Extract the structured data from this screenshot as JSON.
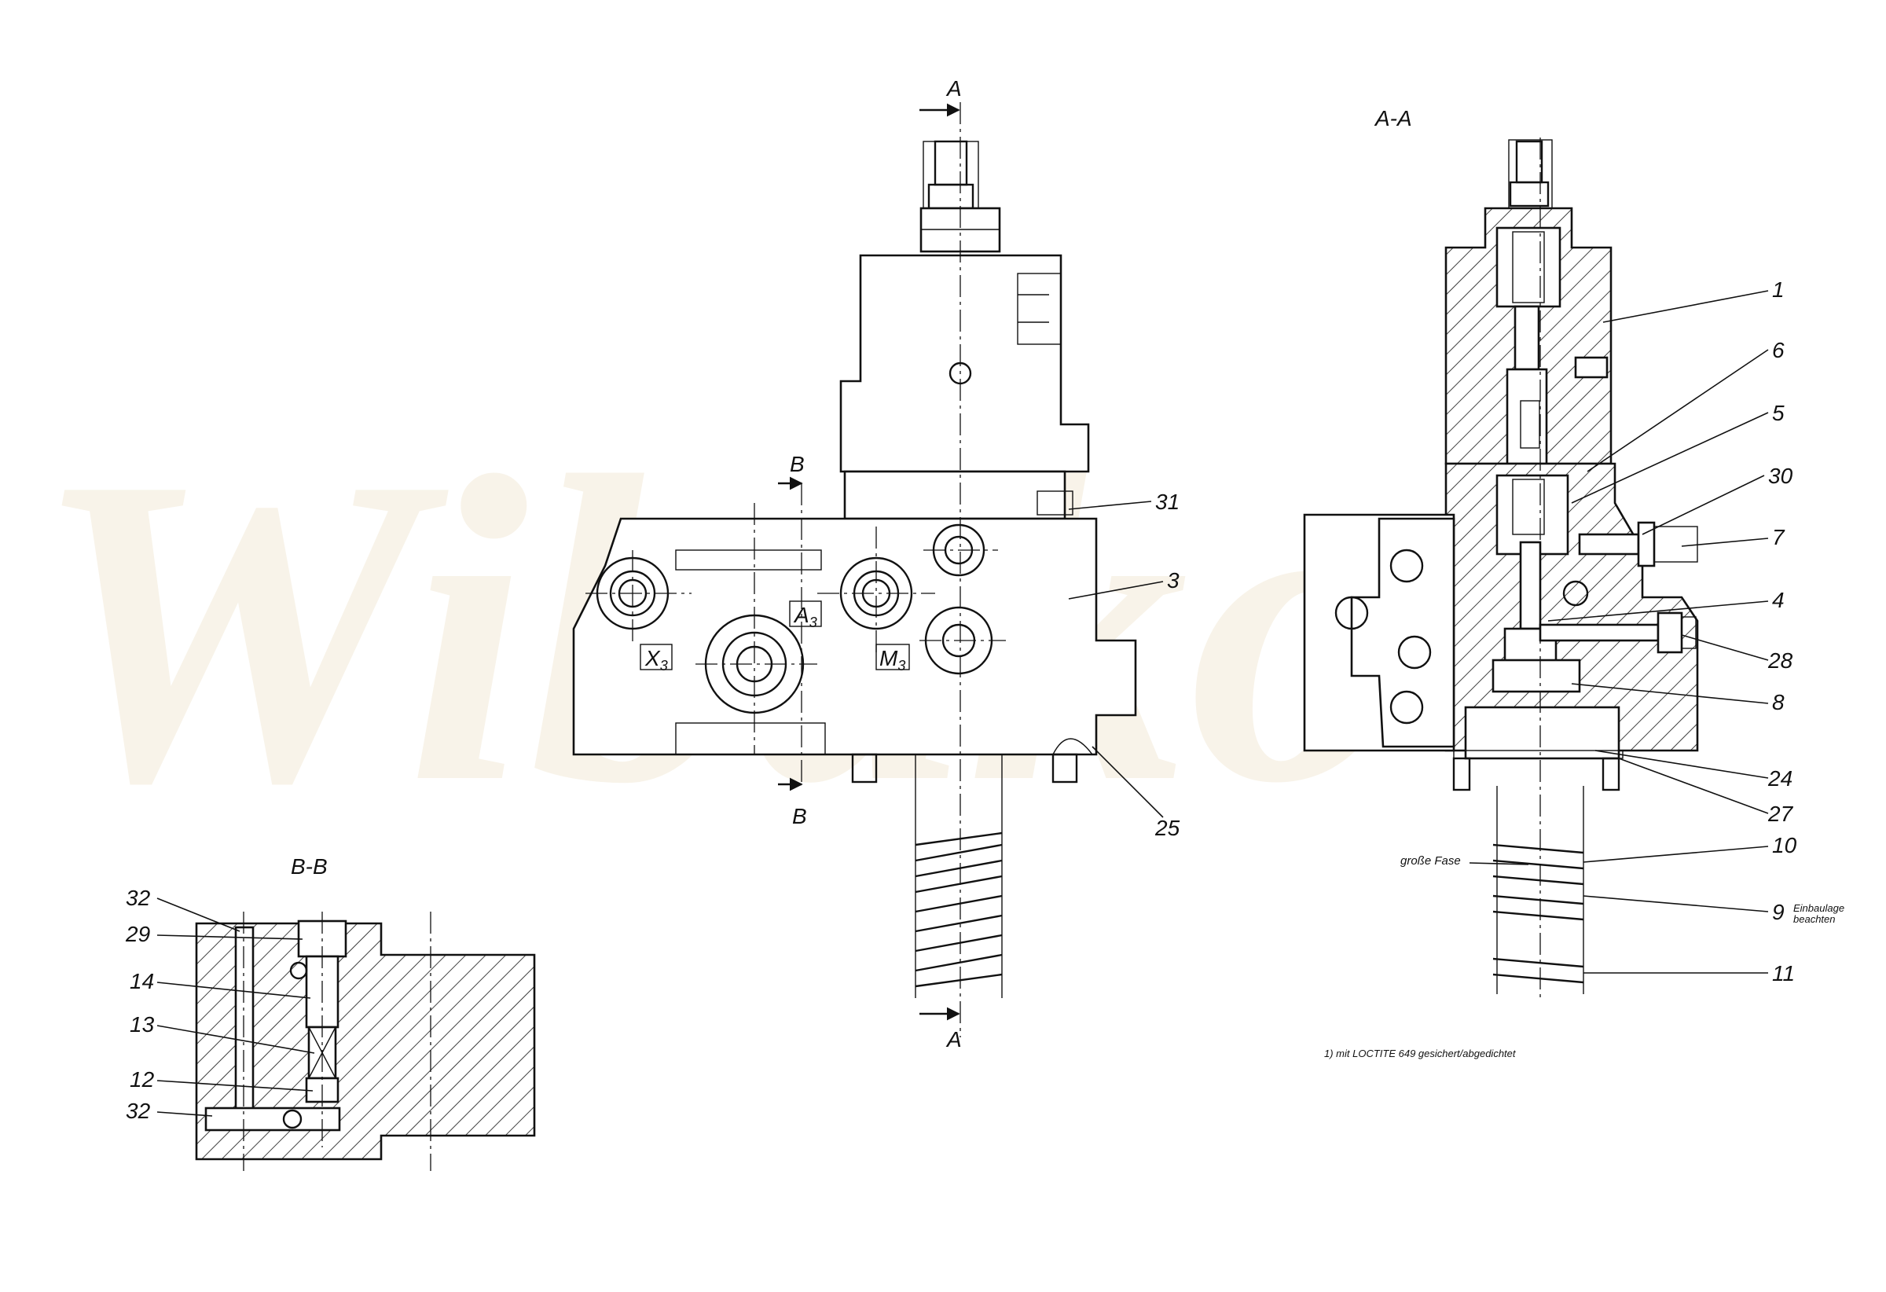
{
  "watermark": {
    "text": "Wibako"
  },
  "views": {
    "main": {
      "section_a_top": "A",
      "section_a_bottom": "A",
      "section_b_top": "B",
      "section_b_bottom": "B",
      "ports": {
        "x": "X",
        "x_sub": "3",
        "a": "A",
        "a_sub": "3",
        "m": "M",
        "m_sub": "3"
      },
      "callouts": [
        "31",
        "3",
        "25"
      ]
    },
    "section_aa": {
      "title": "A-A",
      "callouts": [
        "1",
        "6",
        "5",
        "30",
        "7",
        "4",
        "28",
        "8",
        "24",
        "27",
        "10",
        "9",
        "11"
      ],
      "note_grosse_fase": "große Fase",
      "note_einbaulage_1": "Einbaulage",
      "note_einbaulage_2": "beachten"
    },
    "section_bb": {
      "title": "B-B",
      "callouts": [
        "32",
        "29",
        "14",
        "13",
        "12",
        "32"
      ]
    }
  },
  "footnote": "1) mit LOCTITE 649 gesichert/abgedichtet"
}
